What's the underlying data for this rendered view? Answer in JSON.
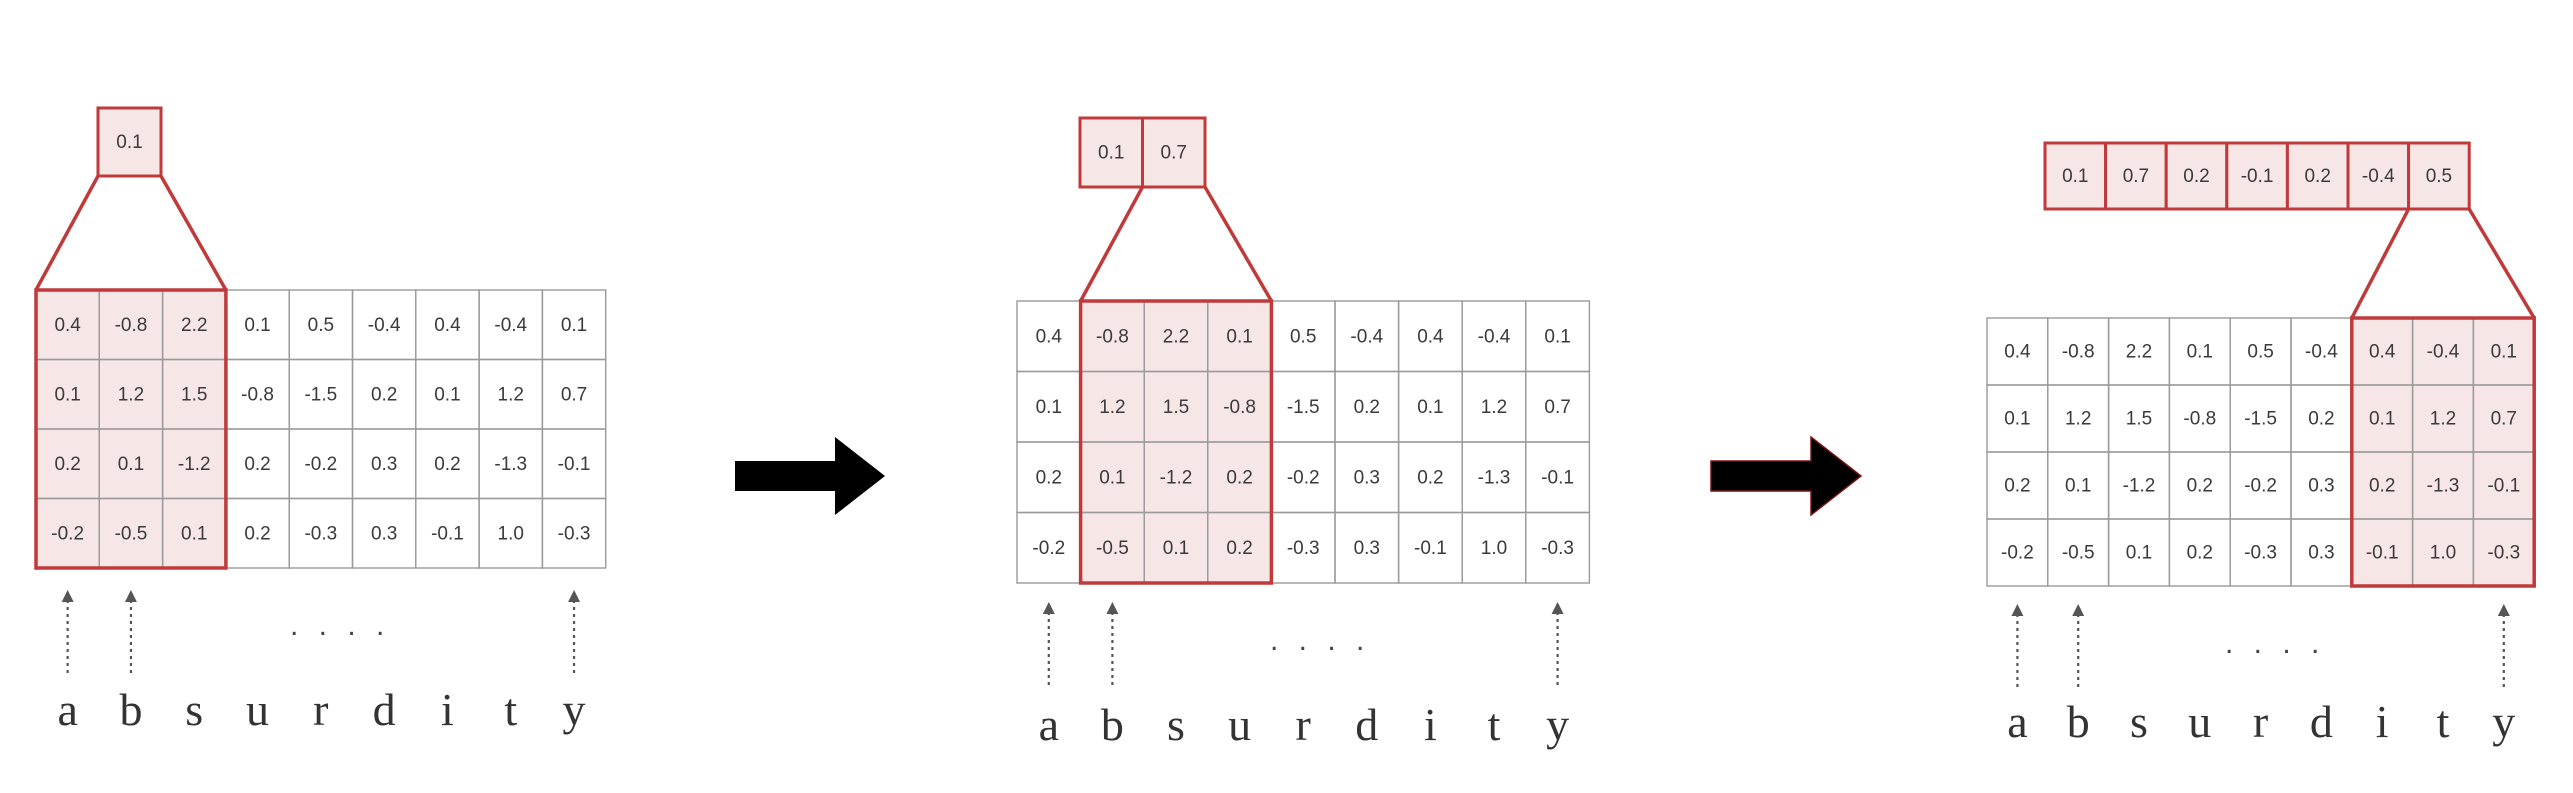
{
  "letters": [
    "a",
    "b",
    "s",
    "u",
    "r",
    "d",
    "i",
    "t",
    "y"
  ],
  "ellipsis": ". . . .",
  "matrix": [
    [
      "0.4",
      "-0.8",
      "2.2",
      "0.1",
      "0.5",
      "-0.4",
      "0.4",
      "-0.4",
      "0.1"
    ],
    [
      "0.1",
      "1.2",
      "1.5",
      "-0.8",
      "-1.5",
      "0.2",
      "0.1",
      "1.2",
      "0.7"
    ],
    [
      "0.2",
      "0.1",
      "-1.2",
      "0.2",
      "-0.2",
      "0.3",
      "0.2",
      "-1.3",
      "-0.1"
    ],
    [
      "-0.2",
      "-0.5",
      "0.1",
      "0.2",
      "-0.3",
      "0.3",
      "-0.1",
      "1.0",
      "-0.3"
    ]
  ],
  "output_values": [
    "0.1",
    "0.7",
    "0.2",
    "-0.1",
    "0.2",
    "-0.4",
    "0.5"
  ],
  "steps": [
    {
      "window_start": 0,
      "window_size": 3,
      "outputs_shown": 1,
      "arrow_columns": [
        0,
        1,
        8
      ]
    },
    {
      "window_start": 1,
      "window_size": 3,
      "outputs_shown": 2,
      "arrow_columns": [
        0,
        1,
        8
      ]
    },
    {
      "window_start": 6,
      "window_size": 3,
      "outputs_shown": 7,
      "arrow_columns": [
        0,
        1,
        8
      ]
    }
  ],
  "colors": {
    "highlight_stroke": "#c0393b",
    "highlight_fill": "#f7e6e6",
    "grid_stroke": "#9a9a9a",
    "arrow_fill": "#000000"
  }
}
